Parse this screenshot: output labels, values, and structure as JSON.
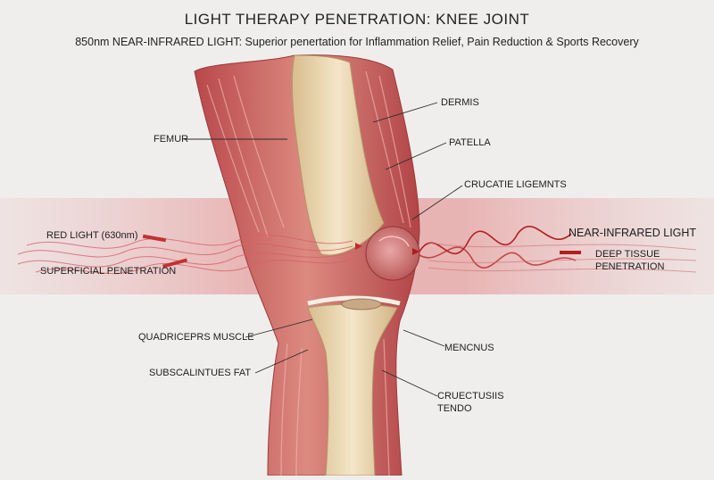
{
  "title": "LIGHT THERAPY PENETRATION: KNEE JOINT",
  "subtitle": "850nm NEAR-INFRARED LIGHT: Superior penertation for Inflammation Relief, Pain Reduction & Sports Recovery",
  "labels": {
    "femur": "FEMUR",
    "dermis": "DERMIS",
    "patella": "PATELLA",
    "cruciate": "CRUCATIE LIGEMNTS",
    "red_light": "RED LIGHT (630nm)",
    "superficial": "SUPERFICIAL PENETRATION",
    "nir": "NEAR-INFRARED LIGHT",
    "deep_line1": "DEEP TISSUE",
    "deep_line2": "PENETRATION",
    "quadriceps": "QUADRICEPRS MUSCLE",
    "subcutaneous": "SUBSCALINTUES FAT",
    "meniscus": "MENCNUS",
    "tendon_line1": "CRUECTUSIIS",
    "tendon_line2": "TENDO"
  },
  "colors": {
    "background": "#efeeed",
    "muscle": "#c9605a",
    "muscle_light": "#e3a39a",
    "bone": "#ecd7b0",
    "red_band": "#e37a7a",
    "wave": "#c23232"
  }
}
